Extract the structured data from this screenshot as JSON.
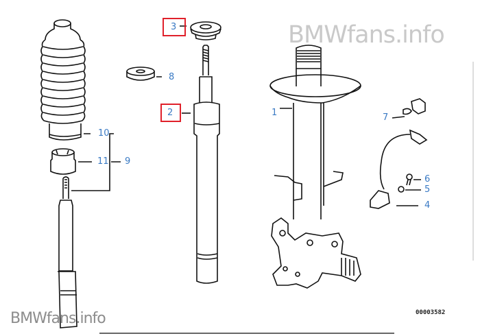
{
  "watermark_top": "BMWfans.info",
  "watermark_bottom": "BMWfans.info",
  "diagram_number": "00003582",
  "highlight_color": "#e0202a",
  "label_color": "#3a7ac4",
  "callouts": {
    "p1": "1",
    "p2": "2",
    "p3": "3",
    "p4": "4",
    "p5": "5",
    "p6": "6",
    "p7": "7",
    "p8": "8",
    "p9": "9",
    "p10": "10",
    "p11": "11"
  },
  "highlighted_parts": [
    "2",
    "3"
  ]
}
